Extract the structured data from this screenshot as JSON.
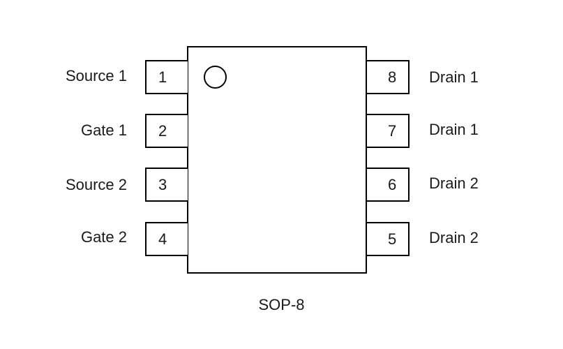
{
  "package_name": "SOP-8",
  "pins_left": [
    {
      "number": "1",
      "label": "Source 1"
    },
    {
      "number": "2",
      "label": "Gate 1"
    },
    {
      "number": "3",
      "label": "Source 2"
    },
    {
      "number": "4",
      "label": "Gate 2"
    }
  ],
  "pins_right": [
    {
      "number": "8",
      "label": "Drain 1"
    },
    {
      "number": "7",
      "label": "Drain 1"
    },
    {
      "number": "6",
      "label": "Drain 2"
    },
    {
      "number": "5",
      "label": "Drain 2"
    }
  ]
}
